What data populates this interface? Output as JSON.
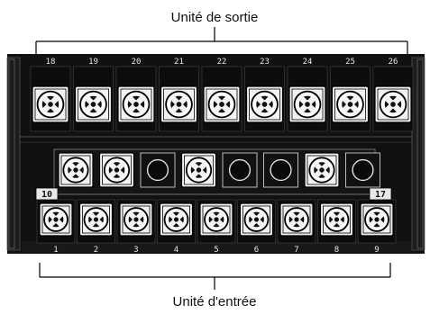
{
  "labels": {
    "output": "Unité de sortie",
    "input": "Unité d'entrée"
  },
  "top_row": {
    "terminals": [
      "18",
      "19",
      "20",
      "21",
      "22",
      "23",
      "24",
      "25",
      "26"
    ]
  },
  "middle_row": {
    "slots": [
      "screw",
      "screw",
      "empty",
      "screw",
      "empty",
      "empty",
      "screw",
      "empty"
    ]
  },
  "bottom_row": {
    "terminals": [
      "1",
      "2",
      "3",
      "4",
      "5",
      "6",
      "7",
      "8",
      "9"
    ],
    "left_end": "10",
    "right_end": "17"
  },
  "colors": {
    "body": "#111111",
    "screw_face": "#f2f2f2",
    "line": "#000000"
  },
  "icon_names": {
    "screw": "screw-terminal-icon",
    "empty": "empty-socket-icon"
  }
}
